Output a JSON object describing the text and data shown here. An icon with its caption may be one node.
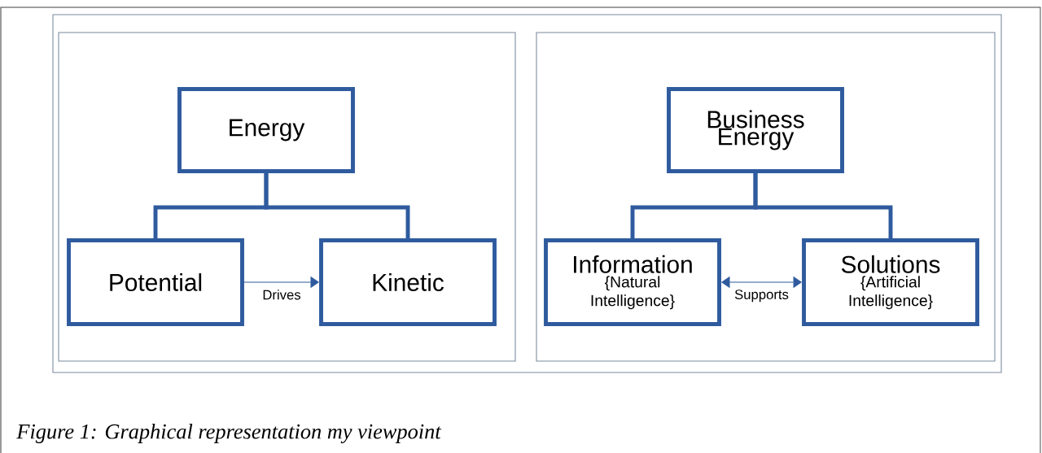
{
  "diagram": {
    "caption": "Figure 1: Graphical representation my viewpoint",
    "nodes": [
      {
        "text": [],
        "shape": "box"
      },
      {
        "text": [
          "Energy"
        ],
        "in": 0
      },
      {
        "text": [
          "Potential"
        ],
        "in": 0
      },
      {
        "text": [
          "Kinetic"
        ],
        "in": 0
      },
      {
        "text": [],
        "shape": "box"
      },
      {
        "text": [
          "Business Energy"
        ],
        "in": 4
      },
      {
        "text": [
          "Information",
          "{Natural Intelligence}"
        ],
        "in": 4
      },
      {
        "text": [
          "Solutions",
          "{Artificial Intelligence}"
        ],
        "in": 4
      }
    ],
    "edges": [
      {
        "from": 1,
        "to": 2,
        "arrow": "none"
      },
      {
        "from": 1,
        "to": 3,
        "arrow": "none"
      },
      {
        "from": 2,
        "to": 3,
        "arrow": "to",
        "label": "Drives"
      },
      {
        "from": 5,
        "to": 6,
        "arrow": "none"
      },
      {
        "from": 5,
        "to": 7,
        "arrow": "none"
      },
      {
        "from": 6,
        "to": 7,
        "arrow": "both",
        "label": "Supports"
      }
    ]
  }
}
